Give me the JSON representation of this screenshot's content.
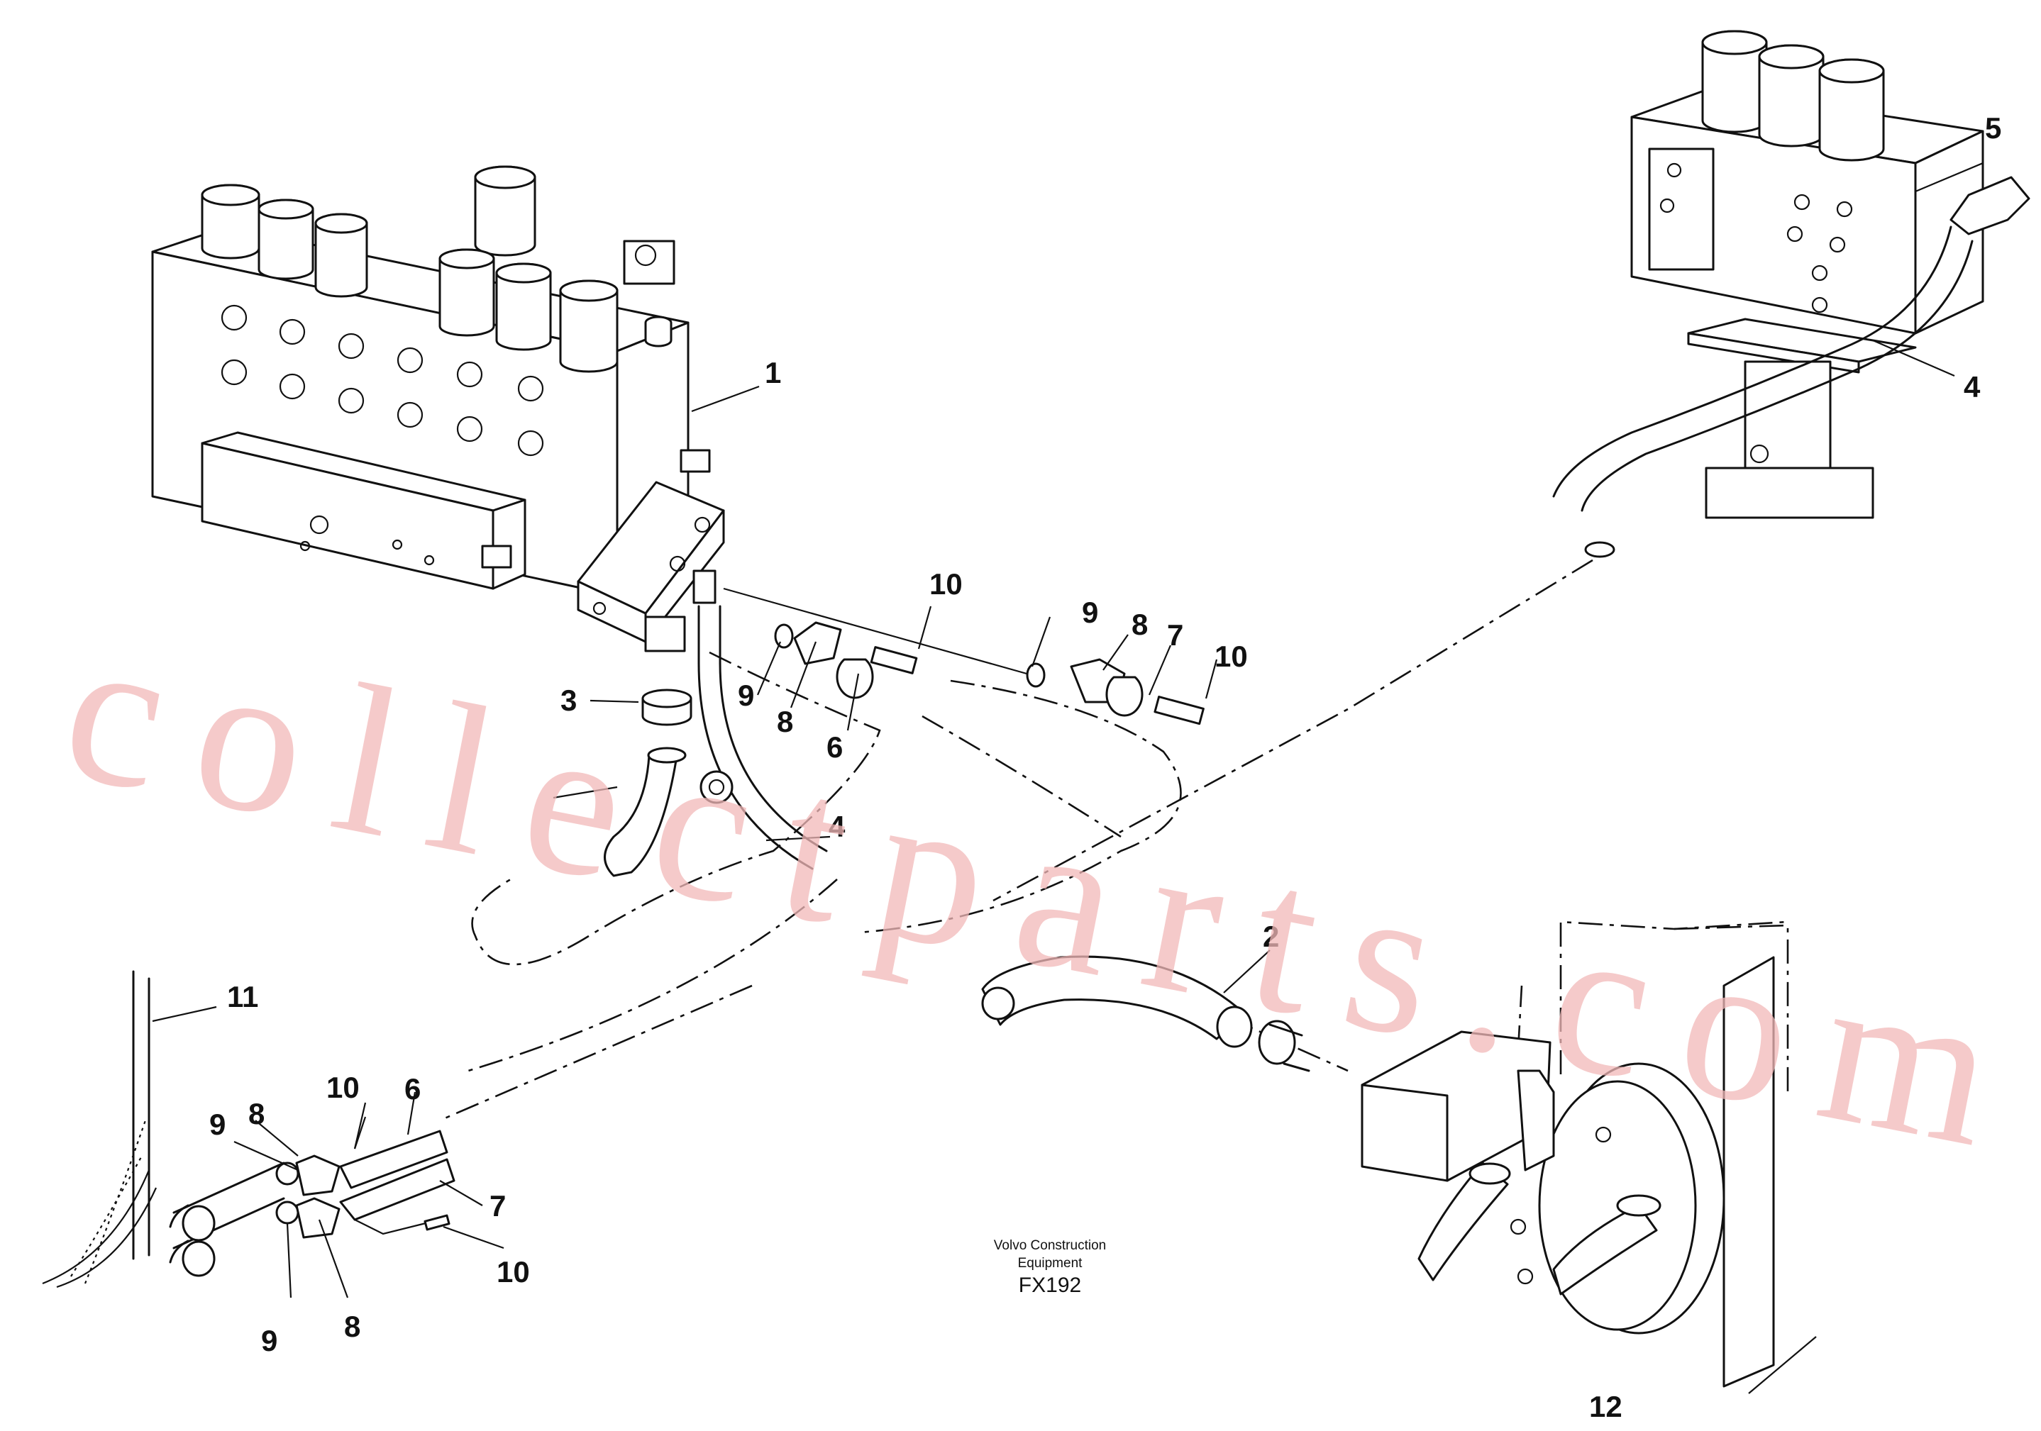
{
  "figure": {
    "caption_line1": "Volvo Construction",
    "caption_line2": "Equipment",
    "caption_code": "FX192",
    "watermark": "collectparts.com"
  },
  "callouts": [
    {
      "id": "c1",
      "text": "1"
    },
    {
      "id": "c2",
      "text": "2"
    },
    {
      "id": "c3",
      "text": "3"
    },
    {
      "id": "c4a",
      "text": "4"
    },
    {
      "id": "c4b",
      "text": "4"
    },
    {
      "id": "c5",
      "text": "5"
    },
    {
      "id": "c6a",
      "text": "6"
    },
    {
      "id": "c6b",
      "text": "6"
    },
    {
      "id": "c7a",
      "text": "7"
    },
    {
      "id": "c7b",
      "text": "7"
    },
    {
      "id": "c8a",
      "text": "8"
    },
    {
      "id": "c8b",
      "text": "8"
    },
    {
      "id": "c8c",
      "text": "8"
    },
    {
      "id": "c8d",
      "text": "8"
    },
    {
      "id": "c9a",
      "text": "9"
    },
    {
      "id": "c9b",
      "text": "9"
    },
    {
      "id": "c9c",
      "text": "9"
    },
    {
      "id": "c9d",
      "text": "9"
    },
    {
      "id": "c10a",
      "text": "10"
    },
    {
      "id": "c10b",
      "text": "10"
    },
    {
      "id": "c10c",
      "text": "10"
    },
    {
      "id": "c10d",
      "text": "10"
    },
    {
      "id": "c11",
      "text": "11"
    },
    {
      "id": "c12",
      "text": "12"
    }
  ],
  "colors": {
    "line": "#111111",
    "watermark": "#f2b8b8",
    "background": "#ffffff"
  }
}
